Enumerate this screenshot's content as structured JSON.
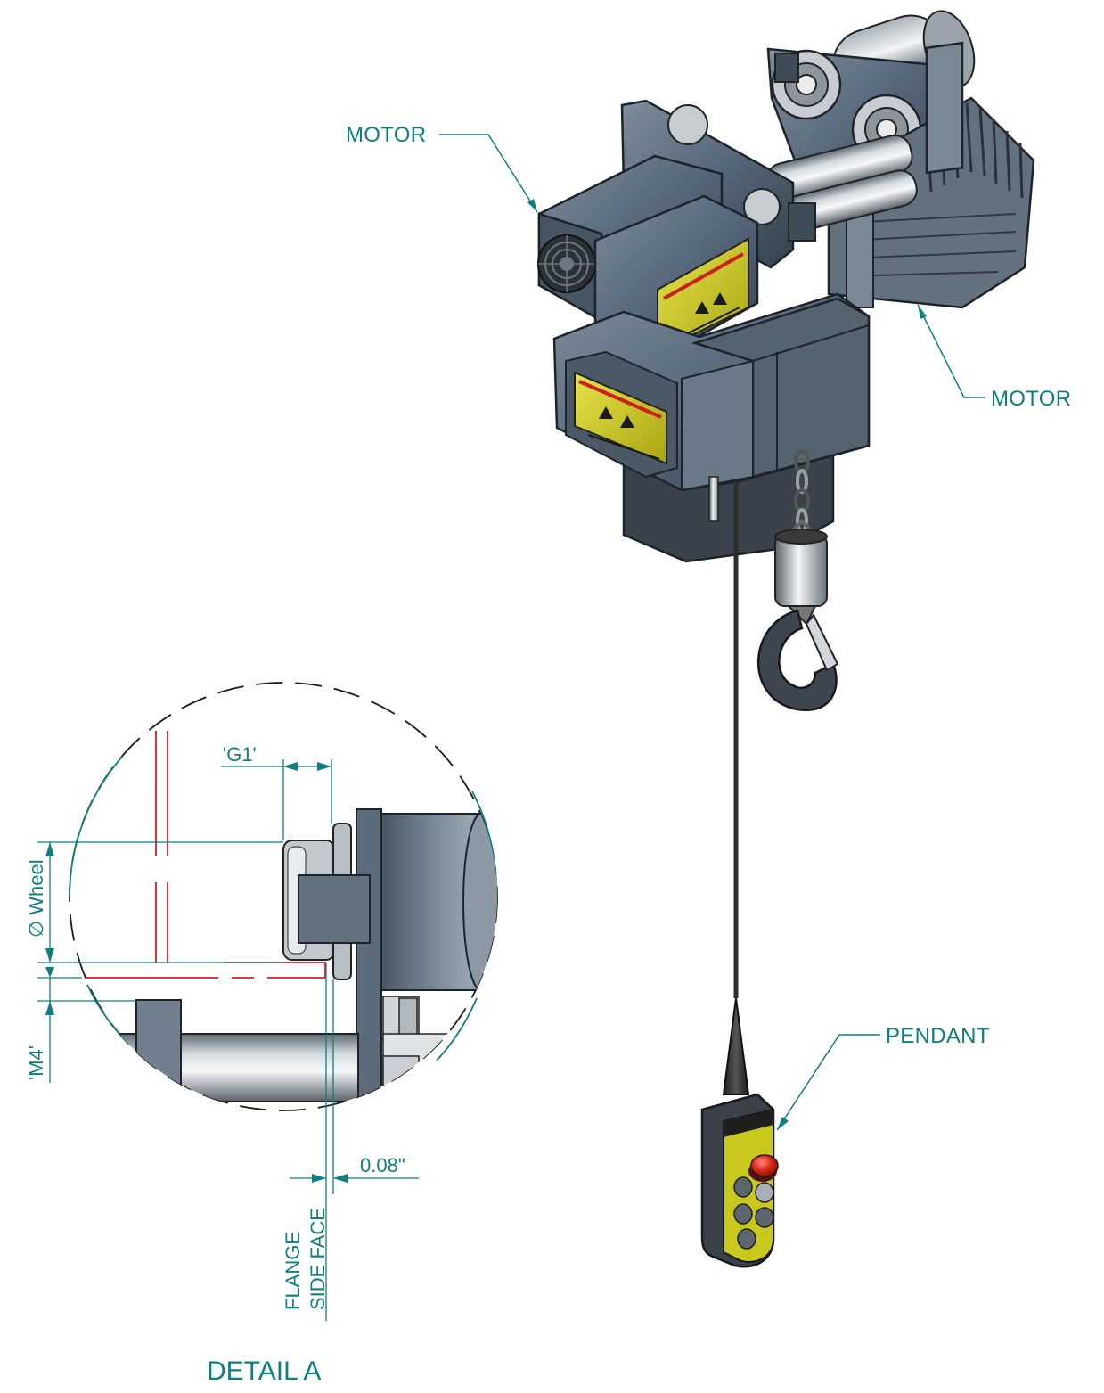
{
  "colors": {
    "annotation": "#0e7f80",
    "hidden_line": "#d21f26",
    "body_dark": "#3e4a55",
    "body_mid": "#5f6f7e",
    "body_light": "#8c9aa8",
    "label_yellow": "#c9c11a",
    "pendant_yellow": "#d8d81a",
    "estop_red": "#cc1f1f"
  },
  "callouts": {
    "motor_left": "MOTOR",
    "motor_right": "MOTOR",
    "pendant": "PENDANT"
  },
  "detail": {
    "title": "DETAIL A",
    "dim_g1": "'G1'",
    "dim_wheel": "∅ Wheel",
    "dim_m4": "'M4'",
    "dim_gap": "0.08\"",
    "flange_line1": "FLANGE",
    "flange_line2": "SIDE FACE"
  },
  "icons": [
    "warning-triangle-icon",
    "fan-grille-icon",
    "emergency-stop-icon"
  ]
}
